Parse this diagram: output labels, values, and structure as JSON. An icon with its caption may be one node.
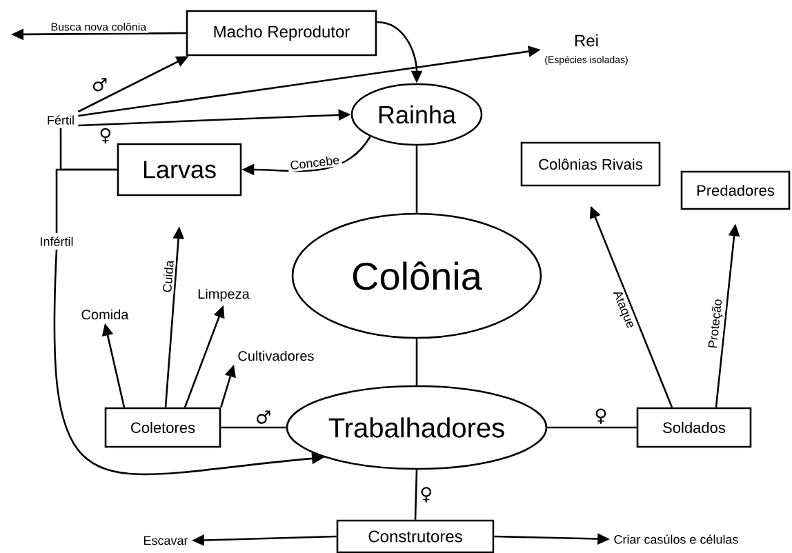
{
  "diagram": {
    "nodes": [
      {
        "text": [
          "Macho Reprodutor"
        ]
      },
      {
        "text": [
          "Rei",
          "(Espécies isoladas)"
        ]
      },
      {
        "text": [
          "Fértil"
        ]
      },
      {
        "text": [
          "Rainha"
        ]
      },
      {
        "text": [
          "Larvas"
        ]
      },
      {
        "text": [
          "Colônias Rivais"
        ]
      },
      {
        "text": [
          "Predadores"
        ]
      },
      {
        "text": [
          "Infértil"
        ]
      },
      {
        "text": [
          "Colônia"
        ]
      },
      {
        "text": [
          "Comida"
        ]
      },
      {
        "text": [
          "Limpeza"
        ]
      },
      {
        "text": [
          "Cultivadores"
        ]
      },
      {
        "text": [
          "Coletores"
        ]
      },
      {
        "text": [
          "Trabalhadores"
        ]
      },
      {
        "text": [
          "Soldados"
        ]
      },
      {
        "text": [
          "Construtores"
        ]
      },
      {
        "text": [
          "Escavar"
        ]
      },
      {
        "text": [
          "Criar casúlos e células"
        ]
      }
    ],
    "edges": [
      {
        "from": 0,
        "to": null,
        "arrow": "to",
        "label": "Busca nova colônia"
      },
      {
        "from": 0,
        "to": 3,
        "arrow": "to"
      },
      {
        "from": 2,
        "to": 1,
        "arrow": "to"
      },
      {
        "from": 2,
        "to": 3,
        "arrow": "to",
        "label": "♀"
      },
      {
        "from": 2,
        "to": 0,
        "arrow": "to",
        "label": "♂"
      },
      {
        "from": 3,
        "to": 4,
        "arrow": "to",
        "label": "Concebe"
      },
      {
        "from": 3,
        "to": 8,
        "arrow": "none"
      },
      {
        "from": 4,
        "to": 2,
        "arrow": "none"
      },
      {
        "from": 4,
        "to": 7,
        "arrow": "none"
      },
      {
        "from": 7,
        "to": 13,
        "arrow": "to"
      },
      {
        "from": 8,
        "to": 13,
        "arrow": "none"
      },
      {
        "from": 13,
        "to": 12,
        "arrow": "none",
        "label": "♂"
      },
      {
        "from": 13,
        "to": 14,
        "arrow": "none",
        "label": "♀"
      },
      {
        "from": 13,
        "to": 15,
        "arrow": "none",
        "label": "♀"
      },
      {
        "from": 12,
        "to": 9,
        "arrow": "to"
      },
      {
        "from": 12,
        "to": 4,
        "arrow": "to",
        "label": "Cuida"
      },
      {
        "from": 12,
        "to": 10,
        "arrow": "to"
      },
      {
        "from": 12,
        "to": 11,
        "arrow": "to"
      },
      {
        "from": 14,
        "to": 5,
        "arrow": "to",
        "label": "Ataque"
      },
      {
        "from": 14,
        "to": 6,
        "arrow": "to",
        "label": "Proteção"
      },
      {
        "from": 15,
        "to": 16,
        "arrow": "to"
      },
      {
        "from": 15,
        "to": 17,
        "arrow": "to"
      }
    ]
  }
}
